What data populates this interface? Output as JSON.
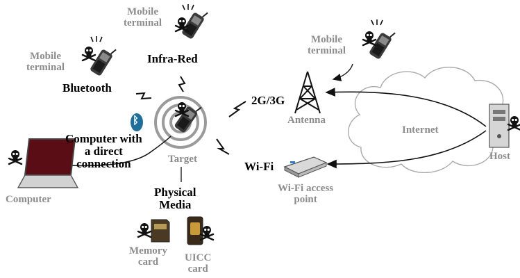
{
  "labels": {
    "mobile_terminal_top_line1": "Mobile",
    "mobile_terminal_top_line2": "terminal",
    "mobile_terminal_left_line1": "Mobile",
    "mobile_terminal_left_line2": "terminal",
    "mobile_terminal_right_line1": "Mobile",
    "mobile_terminal_right_line2": "terminal",
    "infra_red": "Infra-Red",
    "bluetooth": "Bluetooth",
    "bluetooth_symbol": "ᛒ",
    "cellular": "2G/3G",
    "antenna": "Antenna",
    "internet": "Internet",
    "host": "Host",
    "target": "Target",
    "computer_direct_line1": "Computer with",
    "computer_direct_line2": "a direct",
    "computer_direct_line3": "connection",
    "computer": "Computer",
    "wifi": "Wi-Fi",
    "wifi_ap_line1": "Wi-Fi access",
    "wifi_ap_line2": "point",
    "physical_media_line1": "Physical",
    "physical_media_line2": "Media",
    "memory_card_line1": "Memory",
    "memory_card_line2": "card",
    "uicc_card_line1": "UICC",
    "uicc_card_line2": "card"
  },
  "colors": {
    "gray_label": "#8c8c8c",
    "dark_label": "#000000",
    "bluetooth_badge": "#1f6f9a",
    "laptop_screen": "#5a0d14",
    "phone_body": "#3a3a3a"
  }
}
